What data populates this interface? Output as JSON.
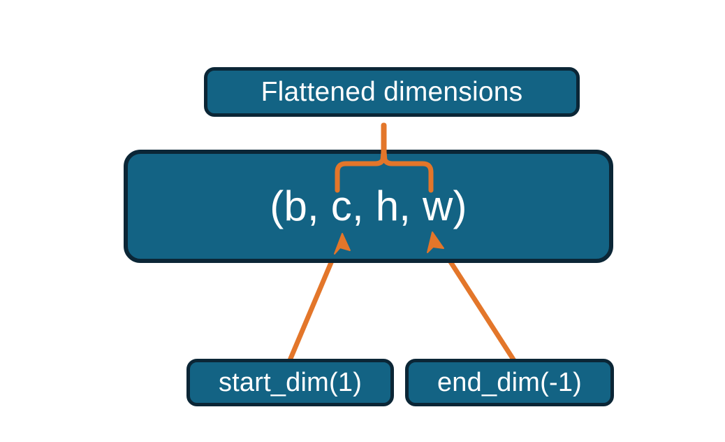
{
  "diagram": {
    "title_node": {
      "label": "Flattened dimensions",
      "name": "flattened-dimensions-box"
    },
    "shape_node": {
      "label": "(b, c, h, w)",
      "name": "tensor-shape-box"
    },
    "param_nodes": [
      {
        "label": "start_dim(1)",
        "name": "start-dim-box"
      },
      {
        "label": "end_dim(-1)",
        "name": "end-dim-box"
      }
    ],
    "connectors": [
      {
        "name": "brace-to-flattened",
        "kind": "curly-brace-up",
        "spans": "c, h, w"
      },
      {
        "name": "arrow-start-dim-to-c",
        "kind": "arrow",
        "points_to": "c"
      },
      {
        "name": "arrow-end-dim-to-w",
        "kind": "arrow",
        "points_to": "w"
      }
    ],
    "colors": {
      "box_fill": "#136384",
      "box_border": "#0b2636",
      "text": "#ffffff",
      "accent_orange": "#e3762a",
      "background": "#ffffff"
    }
  }
}
